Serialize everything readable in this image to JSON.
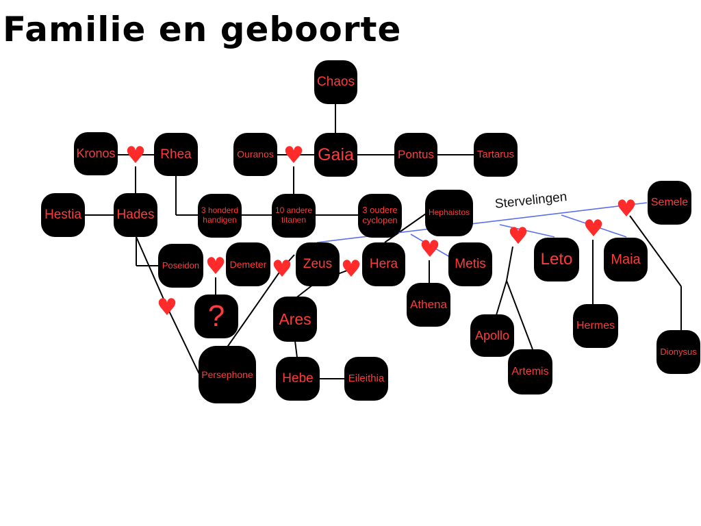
{
  "title": "Familie en geboorte",
  "mortals_label": "Stervelingen",
  "heart_icon": "heart-icon",
  "colors": {
    "node_bg": "#000000",
    "node_text": "#ff3b3b",
    "heart": "#ff2b2b",
    "mortal_line": "#5a6ef0",
    "line": "#000000"
  },
  "nodes": {
    "chaos": "Chaos",
    "kronos": "Kronos",
    "rhea": "Rhea",
    "ouranos": "Ouranos",
    "gaia": "Gaia",
    "pontus": "Pontus",
    "tartarus": "Tartarus",
    "hestia": "Hestia",
    "hades": "Hades",
    "hundred_handers": "3 honderd handigen",
    "titans": "10 andere titanen",
    "cyclopes": "3 oudere cyclopen",
    "hephaistos": "Hephaistos",
    "semele": "Semele",
    "poseidon": "Poseidon",
    "demeter": "Demeter",
    "zeus": "Zeus",
    "hera": "Hera",
    "metis": "Metis",
    "leto": "Leto",
    "maia": "Maia",
    "unknown": "?",
    "athena": "Athena",
    "ares": "Ares",
    "hermes": "Hermes",
    "apollo": "Apollo",
    "dionysus": "Dionysus",
    "artemis": "Artemis",
    "persephone": "Persephone",
    "hebe": "Hebe",
    "eileithia": "Eileithia"
  }
}
